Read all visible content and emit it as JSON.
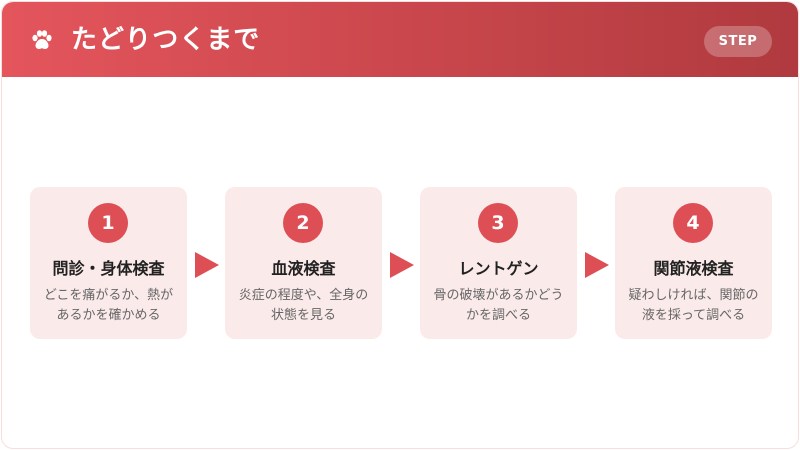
{
  "header": {
    "icon": "paw-icon",
    "title": "たどりつくまで",
    "badge": "STEP"
  },
  "colors": {
    "accent": "#dd4f55",
    "header_start": "#e4555c",
    "header_end": "#b03a3f",
    "card_background": "#fbeaea"
  },
  "steps": [
    {
      "number": "1",
      "title": "問診・身体検査",
      "description": "どこを痛がるか、熱があるかを確かめる"
    },
    {
      "number": "2",
      "title": "血液検査",
      "description": "炎症の程度や、全身の状態を見る"
    },
    {
      "number": "3",
      "title": "レントゲン",
      "description": "骨の破壊があるかどうかを調べる"
    },
    {
      "number": "4",
      "title": "関節液検査",
      "description": "疑わしければ、関節の液を採って調べる"
    }
  ]
}
